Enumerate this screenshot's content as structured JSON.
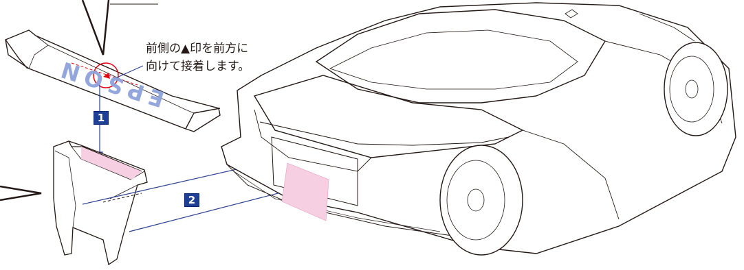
{
  "instruction": {
    "line1": "前側の▲印を前方に",
    "line2": "向けて接着します。"
  },
  "steps": [
    {
      "label": "1"
    },
    {
      "label": "2"
    }
  ],
  "wing_decal": {
    "text": "EPSON"
  },
  "colors": {
    "step_badge": "#1f3f95",
    "leader_line": "#2a3f8f",
    "decal_pink": "#f6cfe2",
    "decal_blue": "#8fa3dc",
    "marker_red": "#e60012",
    "outline": "#231815"
  }
}
